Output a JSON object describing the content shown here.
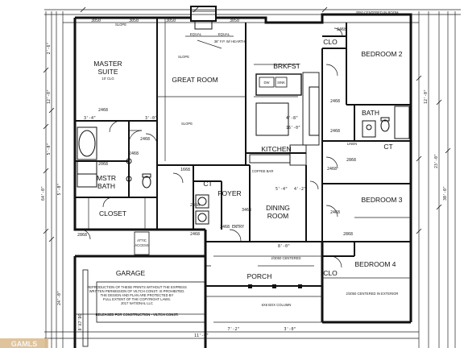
{
  "rooms": {
    "master_suite": [
      "MASTER",
      "SUITE"
    ],
    "master_ceiling": "10' CLG",
    "great_room": "GREAT ROOM",
    "brkfst": "BRKFST",
    "kitchen": "KITCHEN",
    "coffee_bar": "COFFEE BAR",
    "bedroom_2": "BEDROOM 2",
    "clo_top": "CLO",
    "bath": "BATH",
    "linen": "LINEN",
    "ct": "CT",
    "bedroom_3": "BEDROOM 3",
    "dining_room": [
      "DINING",
      "ROOM"
    ],
    "foyer": "FOYER",
    "ct_small": "CT",
    "mstr_bath": [
      "MSTR",
      "BATH"
    ],
    "closet": "CLOSET",
    "attic_access": [
      "ATTIC",
      "ACCESS"
    ],
    "garage": "GARAGE",
    "porch": "PORCH",
    "bedroom_4": "BEDROOM 4",
    "clo_bottom": "CLO",
    "entry": "2468 ENTRY"
  },
  "notes": {
    "equal_1": "EQUAL",
    "equal_2": "EQUAL",
    "hearth": "36\" F.P. W/ HEARTH",
    "centered_room_top": "3050 CENTERED IN ROOM",
    "centered_porch": "2/3050 CENTERED",
    "centered_exterior": "2/3050 CENTERED IN EXTERIOR",
    "box_column": "6X6 BOX COLUMN",
    "reproduction": [
      "REPRODUCTION OF THESE PRINTS WITHOUT THE EXPRESS",
      "WRITTEN PERMISSION OF VILTCH CONST. IS PROHIBITED.",
      "THE DESIGN AND PLAN ARE PROTECTED BY",
      "FULL EXTENT OF THE COPYRIGHT LAWS.",
      "2017 NATIONAL LLC"
    ],
    "released": "RELEASED FOR CONSTRUCTION - VILTCH CONST.",
    "slope": "SLOPE",
    "dw": "DW",
    "sink": "SINK"
  },
  "dims": {
    "d3050_a": "3050",
    "d3050_b": "3050",
    "d3050_c": "3050",
    "d3050_d": "3050",
    "d2468_a": "2468",
    "d2468_b": "2468",
    "d2468_c": "2468",
    "d2468_d": "2468",
    "d2468_e": "2468",
    "d2468_f": "2468",
    "d2468_g": "2468",
    "d2468_h": "2468",
    "d2468_i": "2468",
    "d2468_j": "2468",
    "d2868_a": "2868",
    "d2868_b": "2868",
    "d2868_c": "2868",
    "d1668": "1668",
    "d2068": "2068",
    "d3468": "3468",
    "v_left_1": "2'-6\"",
    "v_left_2": "12'-0\"",
    "v_left_3": "5'-0\"",
    "v_left_4": "5'-0\"",
    "v_left_5": "64'-0\"",
    "v_left_6": "24'-0\"",
    "h_bottom_1": "11'-0\"",
    "h_bottom_2": "7'-2\"",
    "h_bottom_3": "3'-0\"",
    "v_right_1": "12'-0\"",
    "v_right_2": "23'-0\"",
    "v_right_3": "30'-0\"",
    "h_mid_1": "3'-4\"",
    "h_mid_2": "3'-0\"",
    "h_mid_3": "4'-8\"",
    "h_mid_4": "16'-0\"",
    "h_mid_5": "5'-4\"",
    "h_mid_6": "4'-2\"",
    "h_mid_7": "8'-0\"",
    "v_garage": "8'X7'DO"
  },
  "watermark": "GAMLS"
}
